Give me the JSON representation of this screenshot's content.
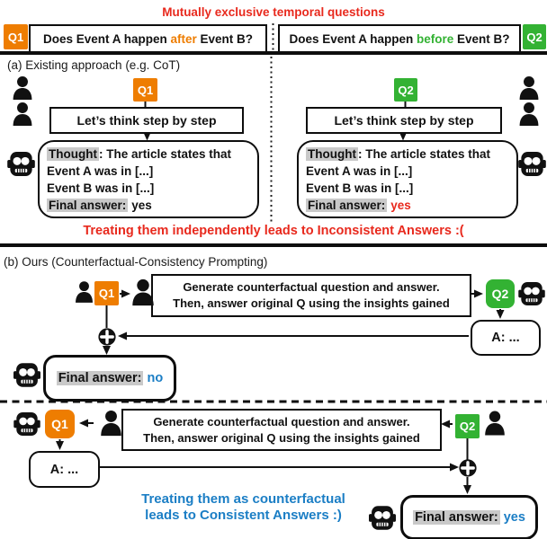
{
  "colors": {
    "red": "#e8291d",
    "orange": "#ee7d01",
    "green": "#33b233",
    "blue": "#1b7ec5",
    "highlight_gray": "#c9c9c9",
    "ink": "#111111"
  },
  "icons": {
    "user": "person-icon",
    "language_model": "robot-icon",
    "merge": "plus-circle-icon"
  },
  "header": {
    "title": "Mutually exclusive temporal questions",
    "q1_badge": "Q1",
    "q1_prefix": "Does Event A happen ",
    "q1_keyword": "after",
    "q1_suffix": " Event B?",
    "q2_badge": "Q2",
    "q2_prefix": "Does Event A happen ",
    "q2_keyword": "before",
    "q2_suffix": " Event B?"
  },
  "section_a": {
    "label": "(a) Existing approach (e.g. CoT)",
    "q1_badge": "Q1",
    "q2_badge": "Q2",
    "prompt": "Let’s think step by step",
    "thought_label": "Thought",
    "thought_rest": ": The article states that",
    "line_event_a": "Event A was in [...]",
    "line_event_b": "Event B was in [...]",
    "answer_label": "Final answer:",
    "left_answer": "yes",
    "right_answer": "yes",
    "caption": "Treating them independently leads to Inconsistent Answers :("
  },
  "section_b": {
    "label": "(b) Ours (Counterfactual-Consistency Prompting)",
    "instruction_line1": "Generate counterfactual question and answer.",
    "instruction_line2": "Then, answer original Q using the insights gained",
    "q1_badge": "Q1",
    "q2_badge": "Q2",
    "answer_placeholder": "A: ...",
    "final_label": "Final answer:",
    "top_final_answer": "no",
    "bottom_final_answer": "yes",
    "caption_line1": "Treating them as counterfactual",
    "caption_line2": "leads to Consistent Answers :)"
  }
}
